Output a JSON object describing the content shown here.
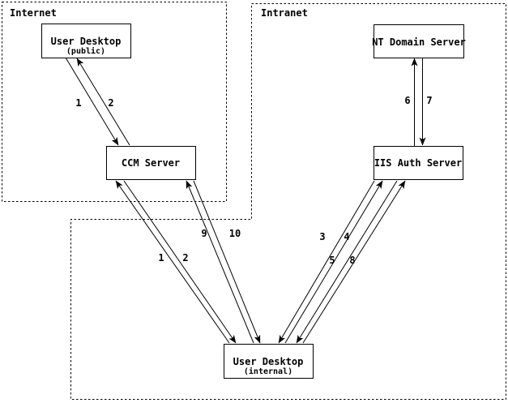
{
  "colors": {
    "ink": "#000000",
    "background": "#ffffff"
  },
  "regions": [
    {
      "label": "Internet"
    },
    {
      "label": "Intranet"
    }
  ],
  "nodes": {
    "user_desktop_public": {
      "title": "User Desktop",
      "subtitle": "(public)"
    },
    "nt_domain_server": {
      "title": "NT Domain Server"
    },
    "ccm_server": {
      "title": "CCM Server"
    },
    "iis_auth_server": {
      "title": "IIS Auth Server"
    },
    "user_desktop_internal": {
      "title": "User Desktop",
      "subtitle": "(internal)"
    }
  },
  "edges": [
    {
      "label": "1",
      "from": "User Desktop (public)",
      "to": "CCM Server"
    },
    {
      "label": "2",
      "from": "CCM Server",
      "to": "User Desktop (public)"
    },
    {
      "label": "6",
      "from": "IIS Auth Server",
      "to": "NT Domain Server"
    },
    {
      "label": "7",
      "from": "NT Domain Server",
      "to": "IIS Auth Server"
    },
    {
      "label": "1",
      "from": "User Desktop (internal)",
      "to": "CCM Server"
    },
    {
      "label": "2",
      "from": "CCM Server",
      "to": "User Desktop (internal)"
    },
    {
      "label": "9",
      "from": "User Desktop (internal)",
      "to": "CCM Server"
    },
    {
      "label": "10",
      "from": "CCM Server",
      "to": "User Desktop (internal)"
    },
    {
      "label": "3",
      "from": "IIS Auth Server",
      "to": "User Desktop (internal)"
    },
    {
      "label": "4",
      "from": "User Desktop (internal)",
      "to": "IIS Auth Server"
    },
    {
      "label": "5",
      "from": "IIS Auth Server",
      "to": "User Desktop (internal)"
    },
    {
      "label": "8",
      "from": "User Desktop (internal)",
      "to": "IIS Auth Server"
    }
  ]
}
